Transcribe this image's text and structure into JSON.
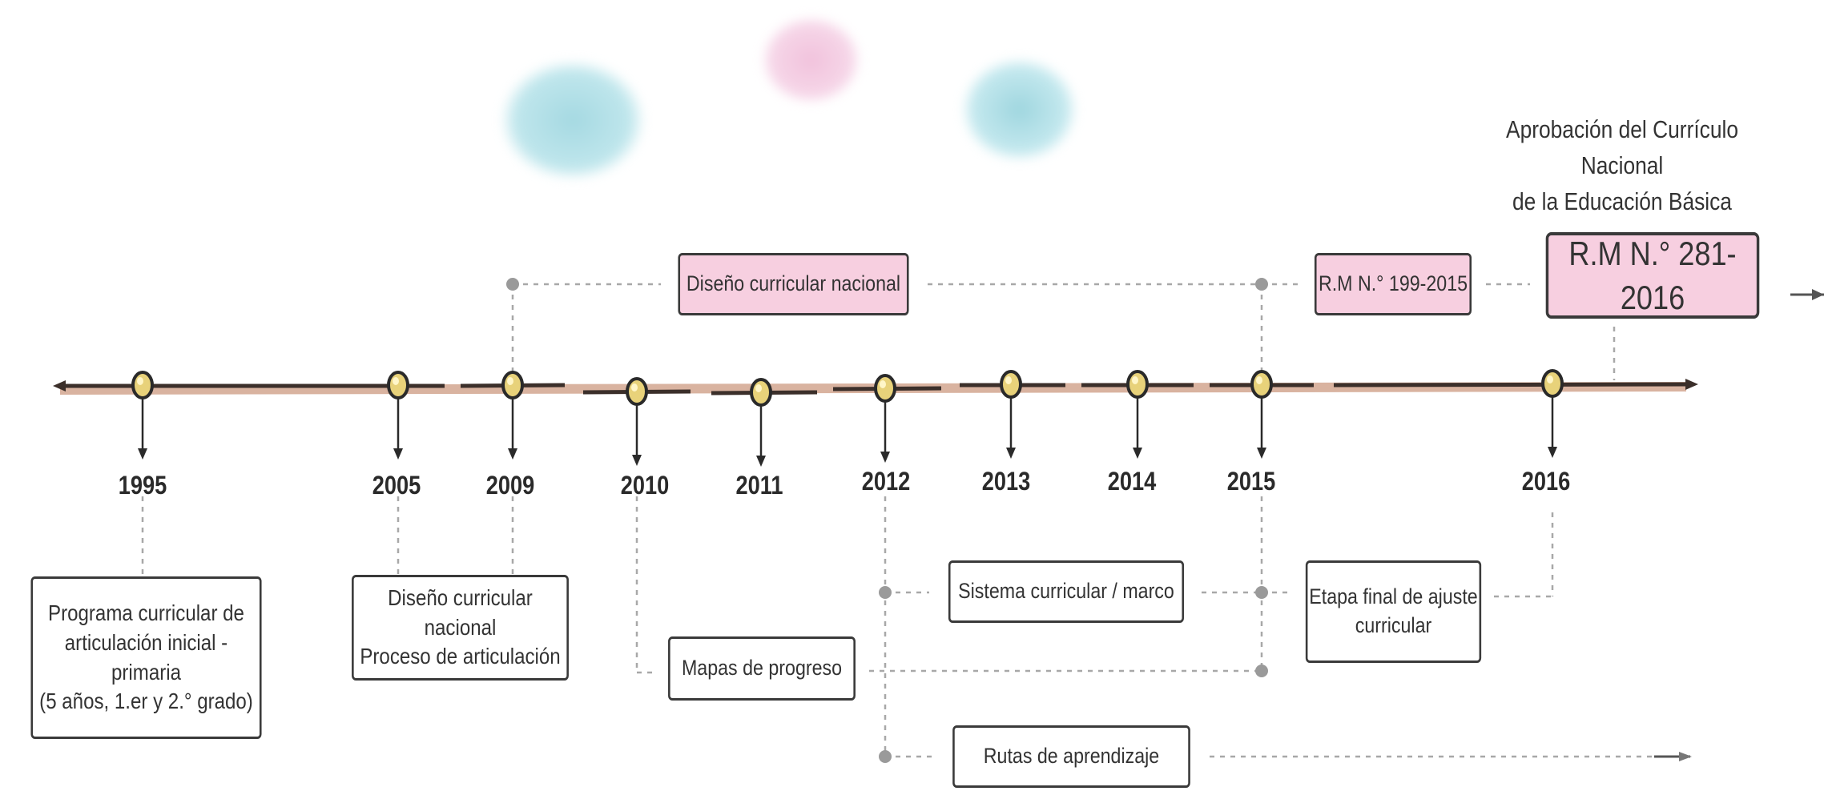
{
  "approval_heading": "Aprobación del Currículo Nacional\nde la Educación Básica",
  "years": [
    "1995",
    "2005",
    "2009",
    "2010",
    "2011",
    "2012",
    "2013",
    "2014",
    "2015",
    "2016"
  ],
  "top_boxes": {
    "dcn": "Diseño curricular nacional",
    "rm_2015": "R.M N.° 199-2015",
    "rm_2016": "R.M N.° 281-2016"
  },
  "bottom_boxes": {
    "programa": "Programa curricular de\narticulación inicial - primaria\n(5 años, 1.er  y 2.° grado)",
    "dcn_articulacion": "Diseño curricular nacional\nProceso de articulación",
    "mapas": "Mapas de progreso",
    "sistema": "Sistema curricular / marco",
    "etapa_final": "Etapa final de ajuste\ncurricular",
    "rutas": "Rutas de aprendizaje"
  },
  "colors": {
    "axis": "#3b2f2a",
    "axis_shadow": "#d9b3a0",
    "marker": "#e8d27a",
    "pink_box": "#f7cfe0",
    "dotted": "#a8a8a8",
    "cloud_blue": "#9fd6df",
    "cloud_pink": "#f1c2dc"
  }
}
